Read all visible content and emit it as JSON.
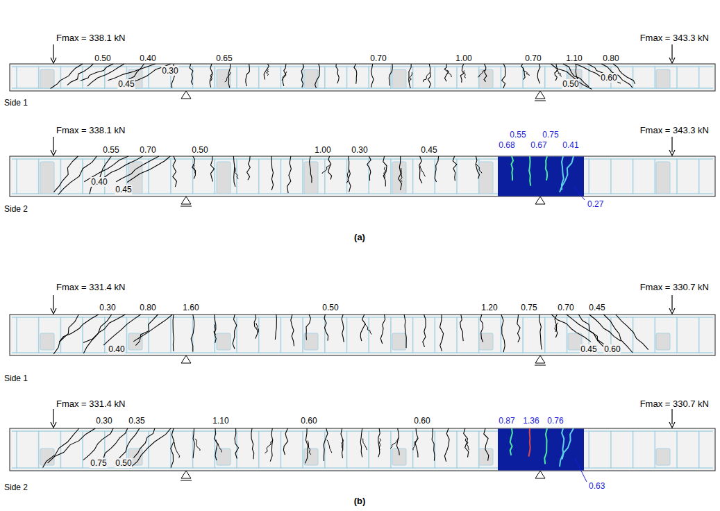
{
  "diagram": {
    "labels": [
      "Fmax = 338.1 kN",
      "Fmax = 343.3 kN",
      "0.50",
      "0.40",
      "0.65",
      "0.70",
      "1.00",
      "0.70",
      "1.10",
      "0.80",
      "0.30",
      "0.45",
      "0.50",
      "0.60",
      "Side 1",
      "Fmax = 338.1 kN",
      "Fmax = 343.3 kN",
      "0.55",
      "0.70",
      "0.50",
      "1.00",
      "0.30",
      "0.45",
      "0.55",
      "0.75",
      "0.68",
      "0.67",
      "0.41",
      "0.40",
      "0.45",
      "0.27",
      "Side 2",
      "(a)",
      "Fmax = 331.4 kN",
      "Fmax = 330.7 kN",
      "0.30",
      "0.80",
      "1.60",
      "0.50",
      "1.20",
      "0.75",
      "0.70",
      "0.45",
      "0.40",
      "0.45",
      "0.60",
      "Side 1",
      "Fmax = 331.4 kN",
      "Fmax = 330.7 kN",
      "0.30",
      "0.35",
      "1.10",
      "0.60",
      "0.60",
      "0.87",
      "1.36",
      "0.76",
      "0.75",
      "0.50",
      "0.63",
      "Side 2",
      "(b)"
    ]
  }
}
